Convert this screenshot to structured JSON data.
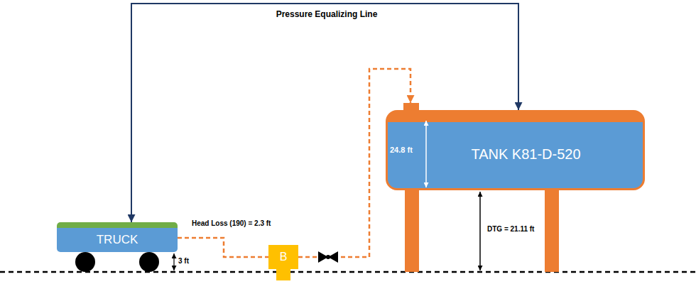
{
  "diagram": {
    "nodes": [
      {
        "text": [
          "TRUCK"
        ]
      },
      {
        "text": [
          "B"
        ]
      },
      {
        "text": [
          "TANK K81-D-520"
        ]
      }
    ],
    "edges": [
      {
        "from": 0,
        "to": 2,
        "arrow": "both",
        "label": "Pressure Equalizing Line"
      },
      {
        "from": 0,
        "to": 1,
        "arrow": "none"
      },
      {
        "from": 1,
        "to": 2,
        "arrow": "to"
      }
    ],
    "labels": [
      "Head Loss (190) = 2.3 ft",
      "24.8 ft",
      "3 ft",
      "DTG = 21.11 ft"
    ]
  }
}
